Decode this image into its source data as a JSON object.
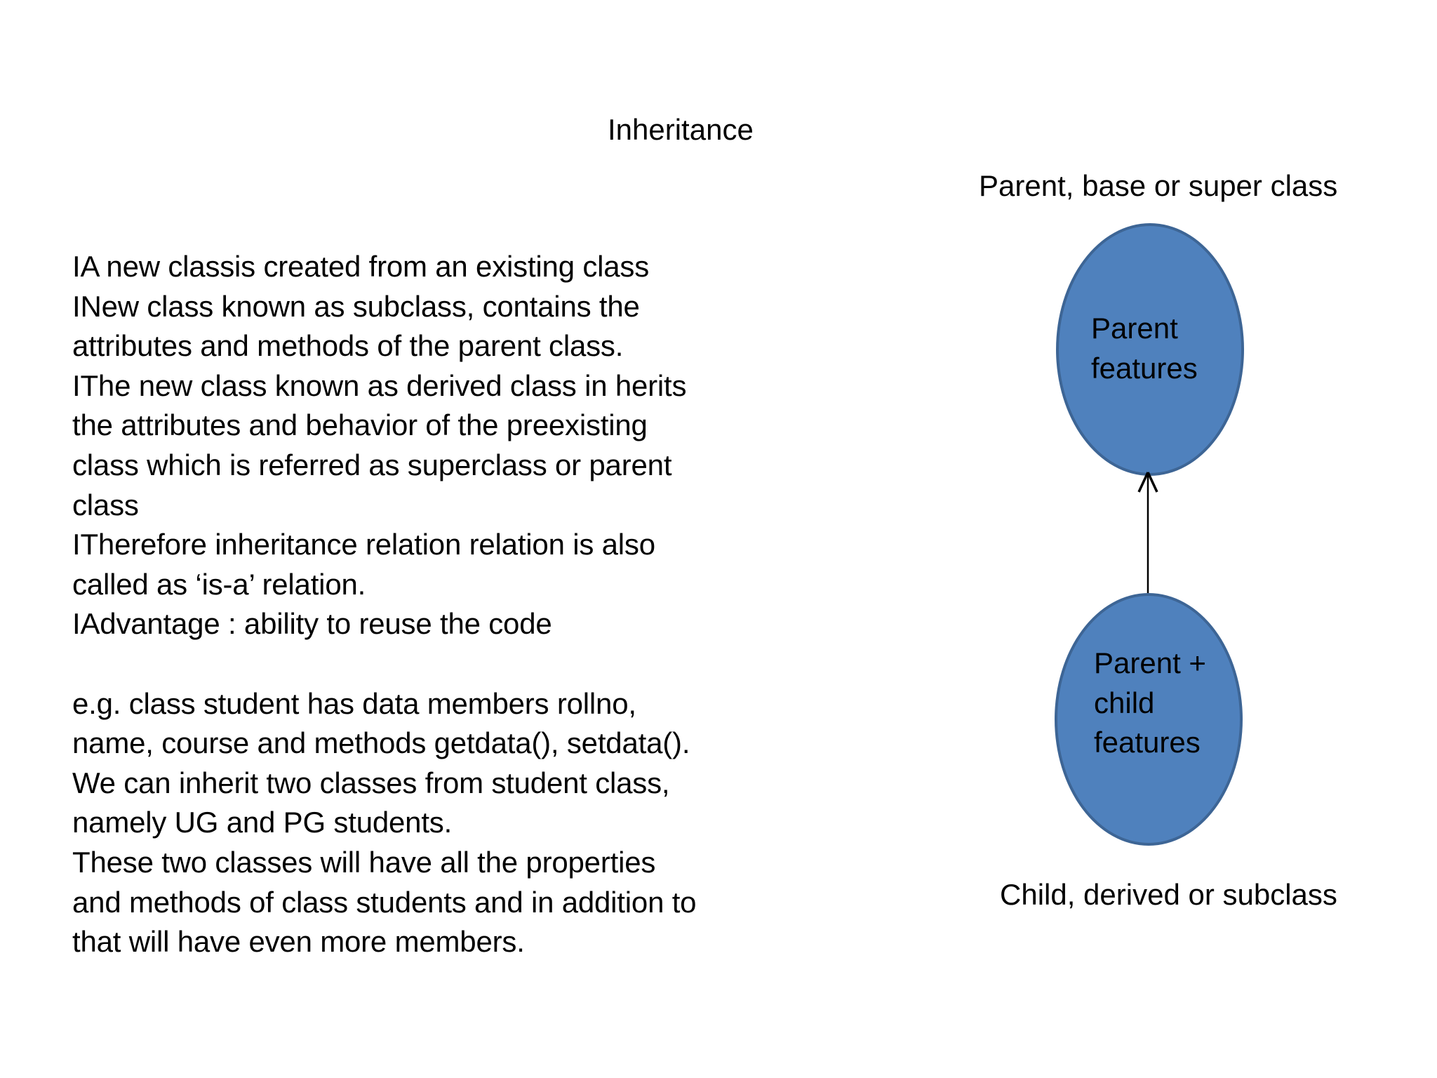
{
  "slide": {
    "title": "Inheritance",
    "background": "#ffffff"
  },
  "body": {
    "lines": [
      "IA new classis created from an existing class",
      "INew class known as subclass, contains the",
      "attributes and methods of the parent class.",
      "IThe new class known as derived class in herits",
      "the attributes and behavior of the preexisting",
      "class which is referred as superclass or parent",
      "class",
      "ITherefore inheritance relation relation is also",
      "called as ‘is-a’ relation.",
      "IAdvantage : ability to reuse the code",
      "",
      "e.g. class student has data members rollno,",
      "name, course and methods getdata(), setdata().",
      "We can inherit two classes from student class,",
      "namely UG and PG students.",
      "These two classes will have all the properties",
      "and methods of class students and in addition to",
      "that will have even more members."
    ]
  },
  "diagram": {
    "top_label": "Parent, base or super class",
    "bottom_label": "Child, derived or subclass",
    "parent_ellipse": {
      "fill": "#4f81bd",
      "border": "#3d6595",
      "lines": [
        "Parent",
        "features"
      ]
    },
    "child_ellipse": {
      "fill": "#4f81bd",
      "border": "#3d6595",
      "lines": [
        "Parent +",
        "child",
        "features"
      ]
    },
    "arrow_color": "#000000"
  }
}
